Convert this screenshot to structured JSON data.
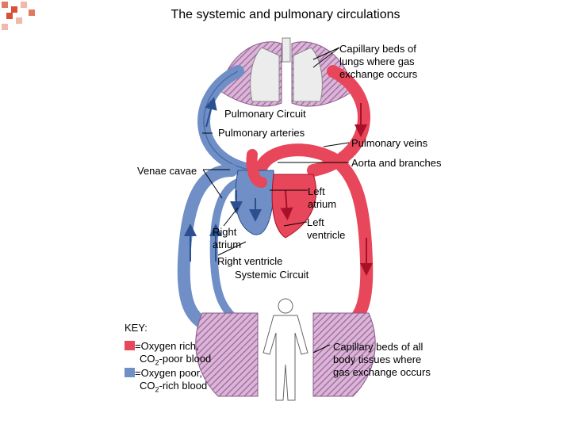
{
  "title": "The systemic and pulmonary circulations",
  "labels": {
    "capillary_lungs": "Capillary beds of\nlungs where gas\nexchange occurs",
    "pulmonary_circuit": "Pulmonary Circuit",
    "pulmonary_arteries": "Pulmonary arteries",
    "pulmonary_veins": "Pulmonary veins",
    "aorta": "Aorta and branches",
    "venae_cavae": "Venae cavae",
    "left_atrium": "Left\natrium",
    "left_ventricle": "Left\nventricle",
    "right_atrium": "Right\natrium",
    "right_ventricle": "Right ventricle",
    "systemic_circuit": "Systemic Circuit",
    "capillary_body": "Capillary beds of all\nbody tissues where\ngas exchange occurs"
  },
  "key": {
    "title": "KEY:",
    "rich_line1": "=Oxygen rich,",
    "rich_co2": "CO",
    "rich_sub": "2",
    "rich_rest": "-poor blood",
    "poor_line1": "=Oxygen poor,",
    "poor_co2": "CO",
    "poor_sub": "2",
    "poor_rest": "-rich blood"
  },
  "colors": {
    "oxygen_rich": "#e8465a",
    "oxygen_poor": "#6f8fc6",
    "capillary": "#b07ab0",
    "corner_accent": "#d9503a"
  }
}
